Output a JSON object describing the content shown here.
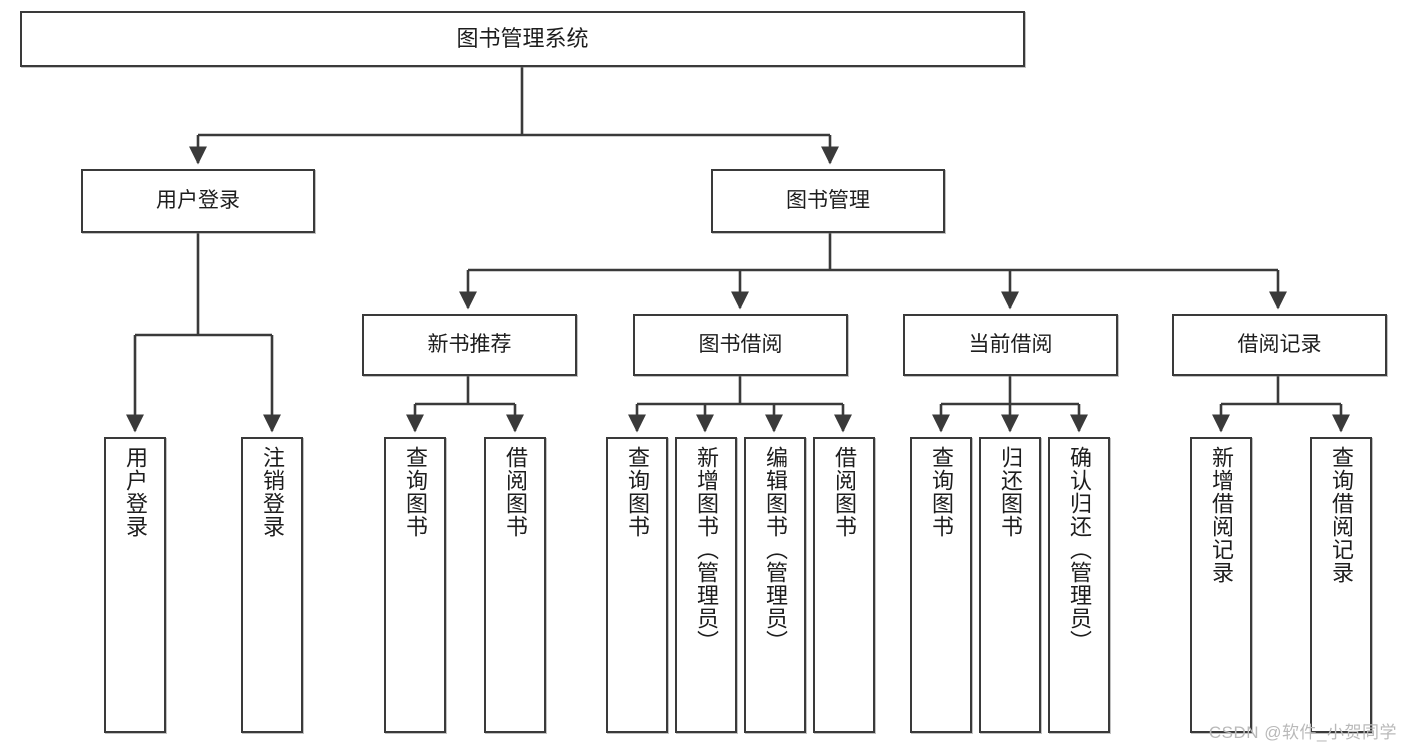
{
  "diagram": {
    "title_node": "图书管理系统",
    "watermark": "CSDN @软件_小贺同学",
    "colors": {
      "line": "#3a3a3a",
      "node_border": "#3a3a3a",
      "node_fill": "#ffffff",
      "text": "#1d1d1d",
      "background": "#ffffff",
      "watermark": "#b9b9b9"
    },
    "level1": [
      {
        "label": "用户登录"
      },
      {
        "label": "图书管理"
      }
    ],
    "level2": [
      {
        "label": "新书推荐"
      },
      {
        "label": "图书借阅"
      },
      {
        "label": "当前借阅"
      },
      {
        "label": "借阅记录"
      }
    ],
    "leaves": {
      "user_login": [
        {
          "label": "用户登录"
        },
        {
          "label": "注销登录"
        }
      ],
      "new_book": [
        {
          "label": "查询图书"
        },
        {
          "label": "借阅图书"
        }
      ],
      "book_borrow": [
        {
          "label": "查询图书"
        },
        {
          "label": "新增图书（管理员）"
        },
        {
          "label": "编辑图书（管理员）"
        },
        {
          "label": "借阅图书"
        }
      ],
      "current_borrow": [
        {
          "label": "查询图书"
        },
        {
          "label": "归还图书"
        },
        {
          "label": "确认归还（管理员）"
        }
      ],
      "borrow_record": [
        {
          "label": "新增借阅记录"
        },
        {
          "label": "查询借阅记录"
        }
      ]
    }
  },
  "chart_data": {
    "type": "tree",
    "title": "图书管理系统",
    "orientation": "top-down",
    "nodes": [
      {
        "id": "root",
        "label": "图书管理系统",
        "level": 0,
        "parent": null
      },
      {
        "id": "n1",
        "label": "用户登录",
        "level": 1,
        "parent": "root"
      },
      {
        "id": "n2",
        "label": "图书管理",
        "level": 1,
        "parent": "root"
      },
      {
        "id": "n1a",
        "label": "用户登录",
        "level": 2,
        "parent": "n1"
      },
      {
        "id": "n1b",
        "label": "注销登录",
        "level": 2,
        "parent": "n1"
      },
      {
        "id": "n2a",
        "label": "新书推荐",
        "level": 2,
        "parent": "n2"
      },
      {
        "id": "n2b",
        "label": "图书借阅",
        "level": 2,
        "parent": "n2"
      },
      {
        "id": "n2c",
        "label": "当前借阅",
        "level": 2,
        "parent": "n2"
      },
      {
        "id": "n2d",
        "label": "借阅记录",
        "level": 2,
        "parent": "n2"
      },
      {
        "id": "n2a1",
        "label": "查询图书",
        "level": 3,
        "parent": "n2a"
      },
      {
        "id": "n2a2",
        "label": "借阅图书",
        "level": 3,
        "parent": "n2a"
      },
      {
        "id": "n2b1",
        "label": "查询图书",
        "level": 3,
        "parent": "n2b"
      },
      {
        "id": "n2b2",
        "label": "新增图书（管理员）",
        "level": 3,
        "parent": "n2b"
      },
      {
        "id": "n2b3",
        "label": "编辑图书（管理员）",
        "level": 3,
        "parent": "n2b"
      },
      {
        "id": "n2b4",
        "label": "借阅图书",
        "level": 3,
        "parent": "n2b"
      },
      {
        "id": "n2c1",
        "label": "查询图书",
        "level": 3,
        "parent": "n2c"
      },
      {
        "id": "n2c2",
        "label": "归还图书",
        "level": 3,
        "parent": "n2c"
      },
      {
        "id": "n2c3",
        "label": "确认归还（管理员）",
        "level": 3,
        "parent": "n2c"
      },
      {
        "id": "n2d1",
        "label": "新增借阅记录",
        "level": 3,
        "parent": "n2d"
      },
      {
        "id": "n2d2",
        "label": "查询借阅记录",
        "level": 3,
        "parent": "n2d"
      }
    ]
  }
}
